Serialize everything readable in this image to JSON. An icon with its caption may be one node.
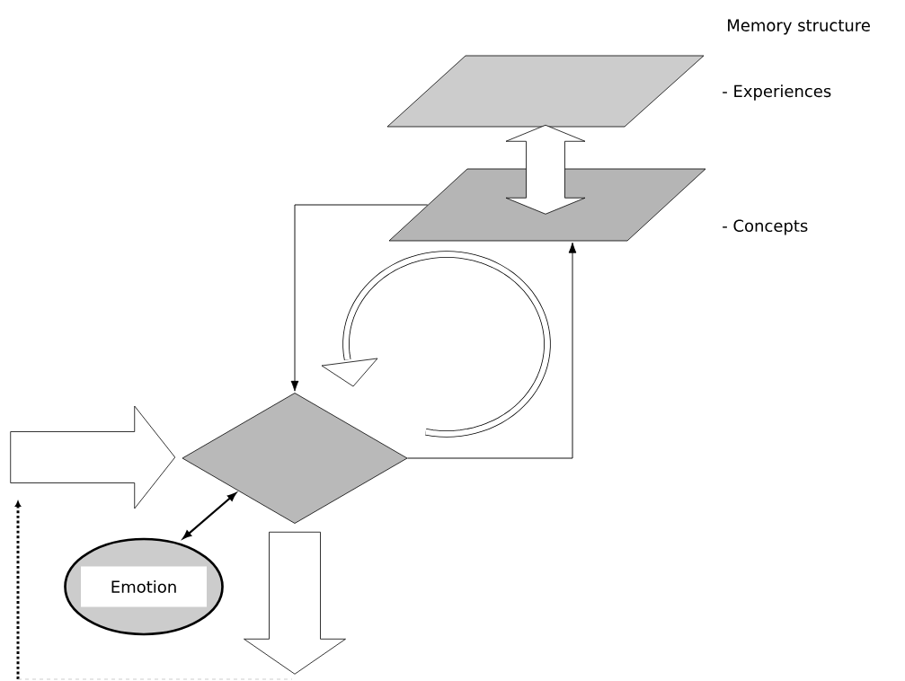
{
  "diagram": {
    "title": "Memory structure",
    "nodes": [
      {
        "text": [],
        "shape": "parallelogram",
        "beside": [
          "- Experiences"
        ]
      },
      {
        "text": [],
        "shape": "parallelogram",
        "beside": [
          "- Concepts"
        ]
      },
      {
        "text": [],
        "shape": "diamond"
      },
      {
        "text": [
          "Emotion"
        ]
      }
    ],
    "edges": [
      {
        "from": 0,
        "to": 1,
        "arrow": "both",
        "style": "thick"
      },
      {
        "from": 1,
        "to": 2,
        "arrow": "to"
      },
      {
        "from": 2,
        "to": 1,
        "arrow": "to"
      },
      {
        "from": 3,
        "to": 2,
        "arrow": "both"
      },
      {
        "from": null,
        "to": 2,
        "arrow": "to",
        "style": "thick"
      },
      {
        "from": 2,
        "to": null,
        "arrow": "to",
        "style": "thick"
      }
    ]
  }
}
